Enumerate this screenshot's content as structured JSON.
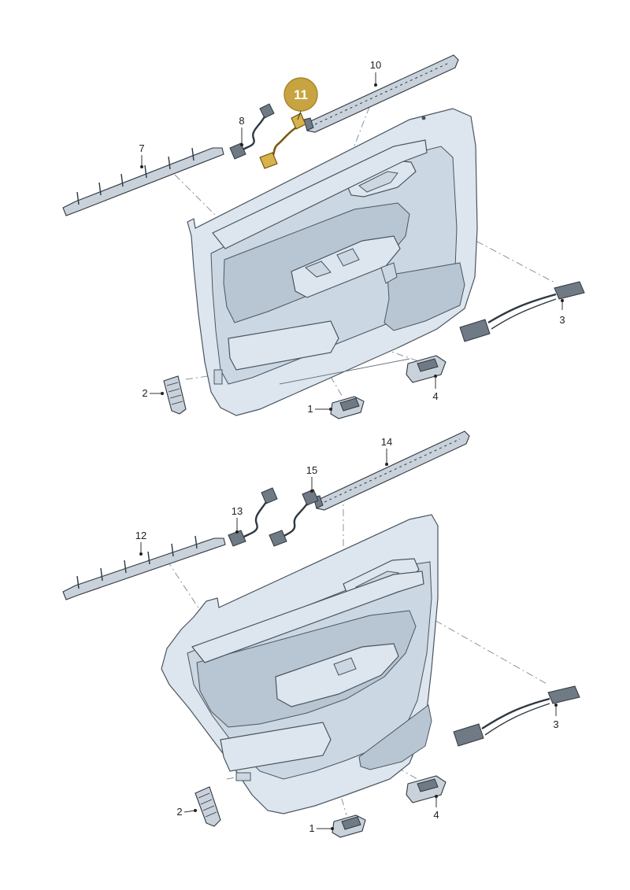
{
  "callouts": {
    "top": {
      "c1": "1",
      "c2": "2",
      "c3": "3",
      "c4": "4",
      "c7": "7",
      "c8": "8",
      "c10": "10",
      "c11": "11"
    },
    "bottom": {
      "c1": "1",
      "c2": "2",
      "c3": "3",
      "c4": "4",
      "c12": "12",
      "c13": "13",
      "c14": "14",
      "c15": "15"
    }
  },
  "colors": {
    "highlight": "#c7a441",
    "highlight_text": "#ffffff",
    "panel": "#dde6ee",
    "line": "#333333"
  },
  "highlighted_part": "11"
}
